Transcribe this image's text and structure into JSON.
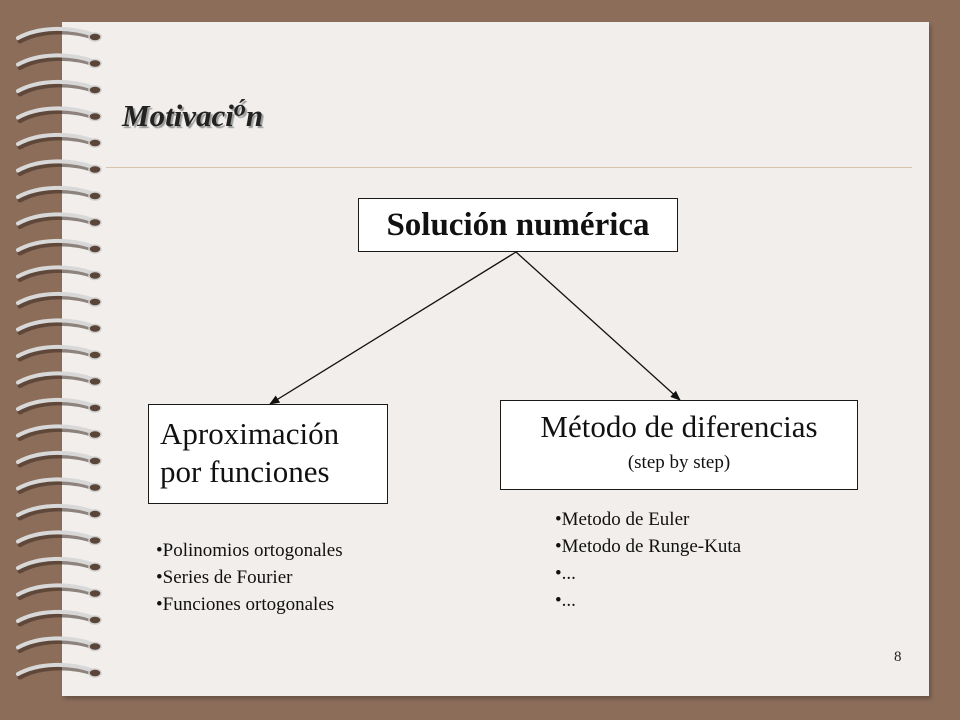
{
  "slide": {
    "title_main": "Motivaci",
    "title_accent": "ó",
    "title_end": "n",
    "page_number": "8"
  },
  "diagram": {
    "root": "Solución numérica",
    "left_box": {
      "line1": "Aproximación",
      "line2": "por funciones"
    },
    "right_box": {
      "main": "Método de diferencias",
      "sub": "(step by step)"
    }
  },
  "left_list": [
    "Polinomios ortogonales",
    "Series de Fourier",
    "Funciones ortogonales"
  ],
  "right_list": [
    "Metodo de Euler",
    "Metodo de Runge-Kuta",
    "...",
    "..."
  ],
  "colors": {
    "background": "#8c6d5a",
    "slide": "#f1eeeb",
    "rule": "#d6c4ad",
    "spiral": "#d8d8d8"
  },
  "decor": {
    "spiral_icon": "notebook-spiral-binding"
  }
}
